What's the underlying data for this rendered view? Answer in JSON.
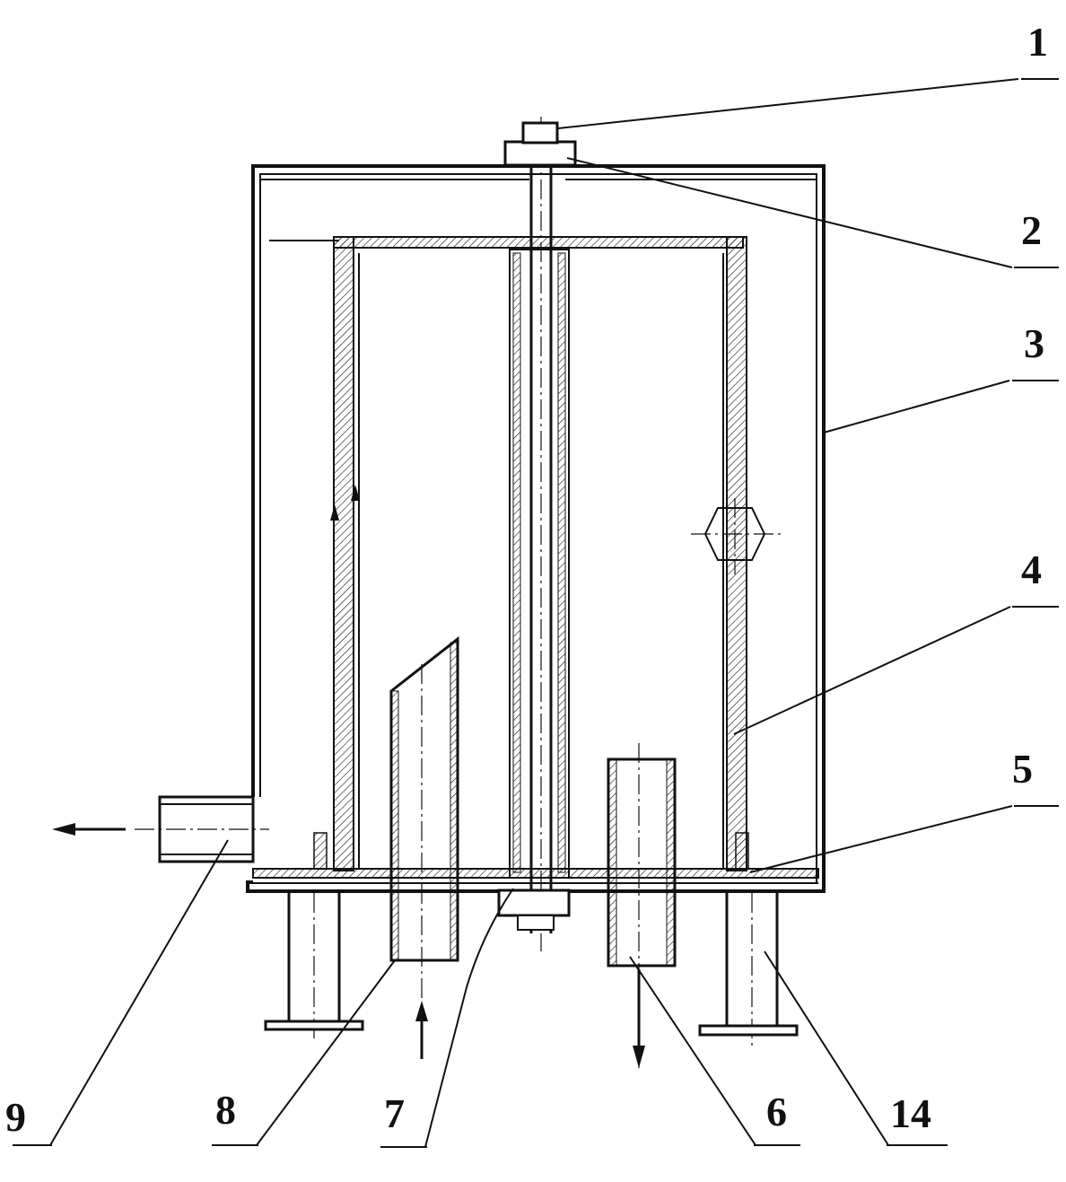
{
  "labels": {
    "l1": "1",
    "l2": "2",
    "l3": "3",
    "l4": "4",
    "l5": "5",
    "l6": "6",
    "l7": "7",
    "l8": "8",
    "l9": "9",
    "l14": "14"
  }
}
